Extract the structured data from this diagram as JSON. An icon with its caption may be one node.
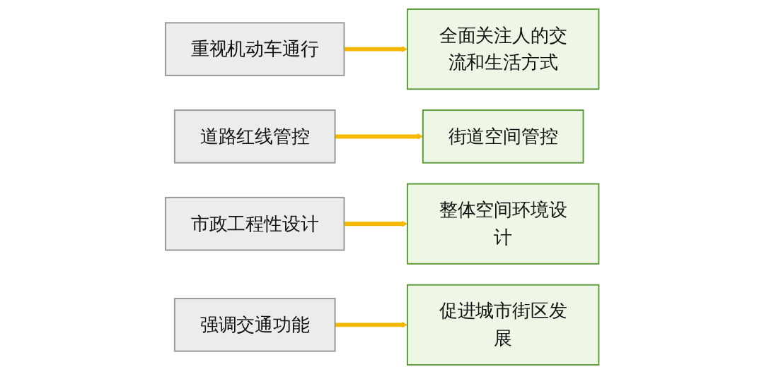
{
  "diagram": {
    "nodes": [
      {
        "text": [
          "重视机动车通行"
        ]
      },
      {
        "text": [
          "全面关注人的交流和生活方式"
        ]
      },
      {
        "text": [
          "道路红线管控"
        ]
      },
      {
        "text": [
          "街道空间管控"
        ]
      },
      {
        "text": [
          "市政工程性设计"
        ]
      },
      {
        "text": [
          "整体空间环境设计"
        ]
      },
      {
        "text": [
          "强调交通功能"
        ]
      },
      {
        "text": [
          "促进城市街区发展"
        ]
      }
    ],
    "edges": [
      {
        "from": 0,
        "to": 1,
        "arrow": "to"
      },
      {
        "from": 2,
        "to": 3,
        "arrow": "to"
      },
      {
        "from": 4,
        "to": 5,
        "arrow": "to"
      },
      {
        "from": 6,
        "to": 7,
        "arrow": "to"
      }
    ]
  }
}
